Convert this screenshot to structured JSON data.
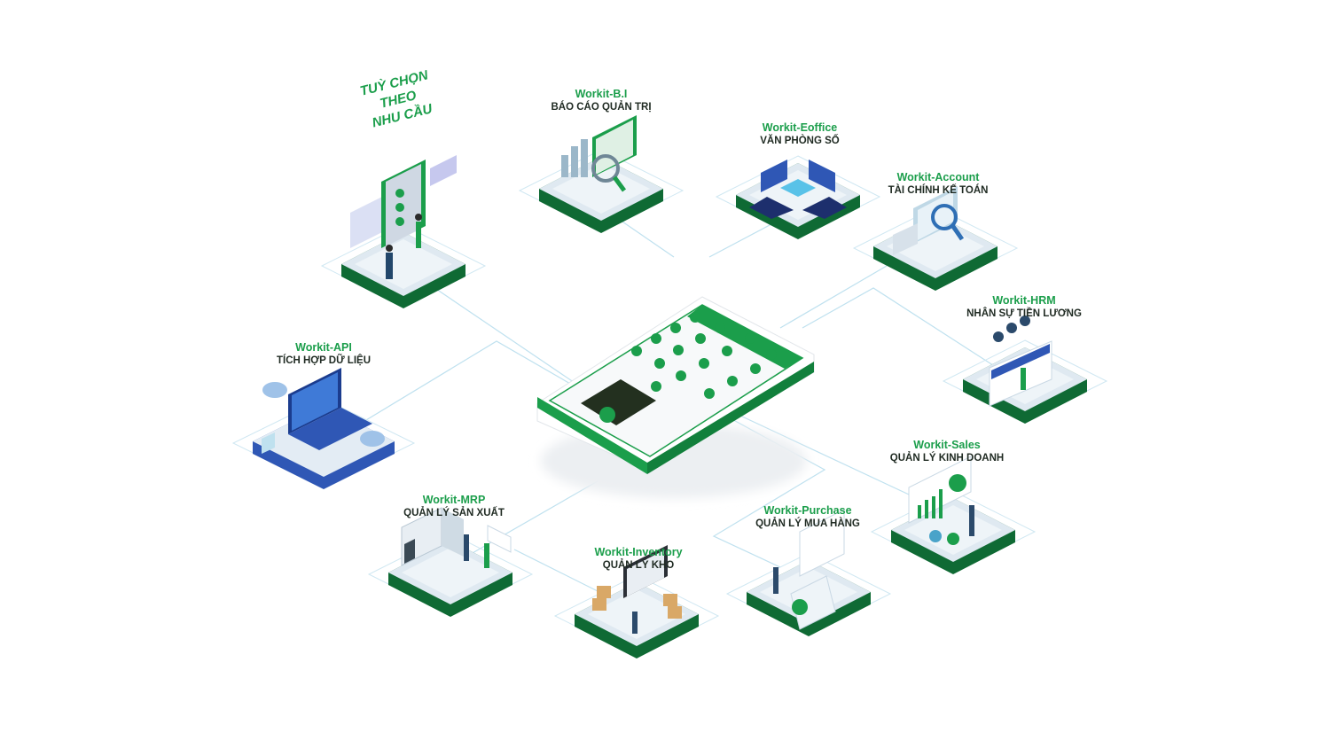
{
  "theme": {
    "accent": "#1b9e4b",
    "dark_green": "#0f6a34",
    "platform_top": "#dfe9f1",
    "platform_side": "#c9d8e4",
    "line": "#bfe1ef",
    "api_blue": "#2f57b5"
  },
  "customization": {
    "lines": [
      "TUỲ CHỌN",
      "THEO",
      "NHU CẦU"
    ]
  },
  "modules": [
    {
      "id": "bi",
      "name": "Workit-B.I",
      "desc": "BÁO CÁO QUẢN TRỊ"
    },
    {
      "id": "eoffice",
      "name": "Workit-Eoffice",
      "desc": "VĂN PHÒNG SỐ"
    },
    {
      "id": "account",
      "name": "Workit-Account",
      "desc": "TÀI CHÍNH KẾ TOÁN"
    },
    {
      "id": "hrm",
      "name": "Workit-HRM",
      "desc": "NHÂN SỰ TIỀN LƯƠNG"
    },
    {
      "id": "api",
      "name": "Workit-API",
      "desc": "TÍCH HỢP DỮ LIỆU"
    },
    {
      "id": "sales",
      "name": "Workit-Sales",
      "desc": "QUẢN LÝ KINH DOANH"
    },
    {
      "id": "mrp",
      "name": "Workit-MRP",
      "desc": "QUẢN LÝ SẢN XUẤT"
    },
    {
      "id": "purchase",
      "name": "Workit-Purchase",
      "desc": "QUẢN LÝ MUA HÀNG"
    },
    {
      "id": "inventory",
      "name": "Workit-Inventory",
      "desc": "QUẢN LÝ KHO"
    }
  ],
  "icons": {
    "phone": "smartphone-app-icon",
    "custom": "customization-phone-icon",
    "bi": "bar-chart-report-icon",
    "eoffice": "computers-network-icon",
    "account": "calculator-magnifier-icon",
    "hrm": "people-dashboard-icon",
    "api": "laptop-cloud-icon",
    "sales": "sales-dashboard-icon",
    "mrp": "factory-machine-icon",
    "purchase": "shopping-bag-document-icon",
    "inventory": "warehouse-boxes-icon"
  }
}
